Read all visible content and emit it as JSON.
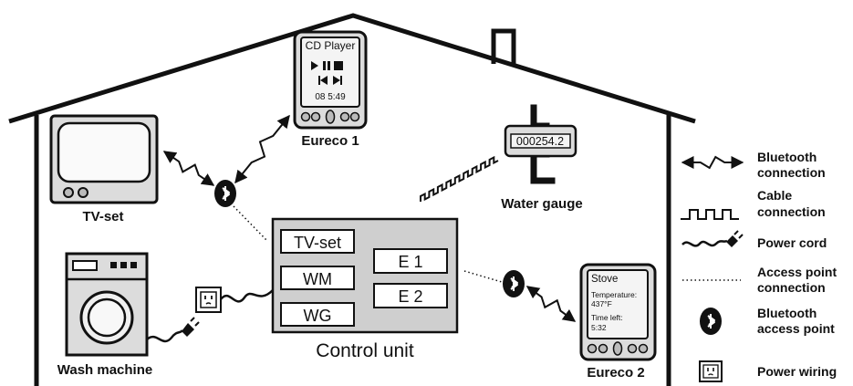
{
  "colors": {
    "ink": "#111111",
    "panel_gray": "#cfcfcf",
    "device_gray": "#dcdcdc",
    "screen_white": "#f4f4f4"
  },
  "devices": {
    "tv": {
      "label": "TV-set"
    },
    "eureco1": {
      "label": "Eureco 1",
      "screen_title": "CD Player",
      "screen_status": "08 5:49"
    },
    "water_gauge": {
      "label": "Water gauge",
      "reading": "000254.2"
    },
    "wash_machine": {
      "label": "Wash machine"
    },
    "eureco2": {
      "label": "Eureco 2",
      "screen_title": "Stove",
      "line1": "Temperature:",
      "line2": "437°F",
      "line3": "Time left:",
      "line4": "5:32"
    }
  },
  "control_unit": {
    "label": "Control unit",
    "boxes": [
      "TV-set",
      "WM",
      "WG",
      "E 1",
      "E 2"
    ]
  },
  "legend": [
    {
      "icon": "bluetooth-connection-icon",
      "line1": "Bluetooth",
      "line2": "connection"
    },
    {
      "icon": "cable-connection-icon",
      "line1": "Cable",
      "line2": "connection"
    },
    {
      "icon": "power-cord-icon",
      "line1": "Power cord",
      "line2": ""
    },
    {
      "icon": "access-point-connection-icon",
      "line1": "Access point",
      "line2": "connection"
    },
    {
      "icon": "bluetooth-access-point-icon",
      "line1": "Bluetooth",
      "line2": "access point"
    },
    {
      "icon": "power-wiring-icon",
      "line1": "Power wiring",
      "line2": ""
    }
  ]
}
